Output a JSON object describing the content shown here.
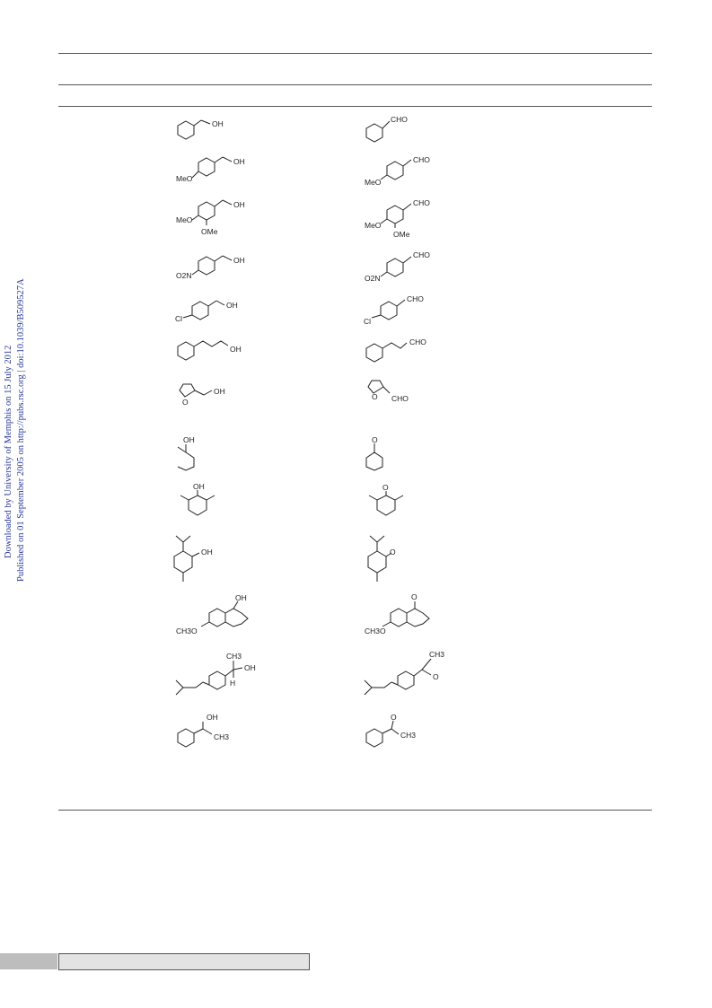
{
  "watermark": {
    "line1": "Downloaded by University of Memphis on 15 July 2012",
    "line2": "Published on 01 September 2005 on http://pubs.rsc.org | doi:10.1039/B509527A"
  },
  "structures": {
    "r1": {
      "s": [
        "OH"
      ],
      "p": [
        "CHO"
      ]
    },
    "r2": {
      "s": [
        "OH",
        "MeO"
      ],
      "p": [
        "CHO",
        "MeO"
      ]
    },
    "r3": {
      "s": [
        "OH",
        "MeO",
        "OMe"
      ],
      "p": [
        "CHO",
        "MeO",
        "OMe"
      ]
    },
    "r4": {
      "s": [
        "OH",
        "O2N"
      ],
      "p": [
        "CHO",
        "O2N"
      ]
    },
    "r5": {
      "s": [
        "OH",
        "Cl"
      ],
      "p": [
        "CHO",
        "Cl"
      ]
    },
    "r6": {
      "s": [
        "OH"
      ],
      "p": [
        "CHO"
      ]
    },
    "r7": {
      "s": [
        "OH",
        "O"
      ],
      "p": [
        "CHO",
        "O"
      ]
    },
    "r8": {
      "s": [
        "OH"
      ],
      "p": [
        "O"
      ]
    },
    "r9": {
      "s": [
        "OH"
      ],
      "p": [
        "O"
      ]
    },
    "r10": {
      "s": [
        "OH"
      ],
      "p": [
        "O"
      ]
    },
    "r11": {
      "s": [
        "OH",
        "CH3O"
      ],
      "p": [
        "O",
        "CH3O"
      ]
    },
    "r12": {
      "s": [
        "CH3",
        "OH",
        "H"
      ],
      "p": [
        "CH3",
        "O"
      ]
    },
    "r13": {
      "s": [
        "OH",
        "CH3"
      ],
      "p": [
        "O",
        "CH3"
      ]
    }
  }
}
